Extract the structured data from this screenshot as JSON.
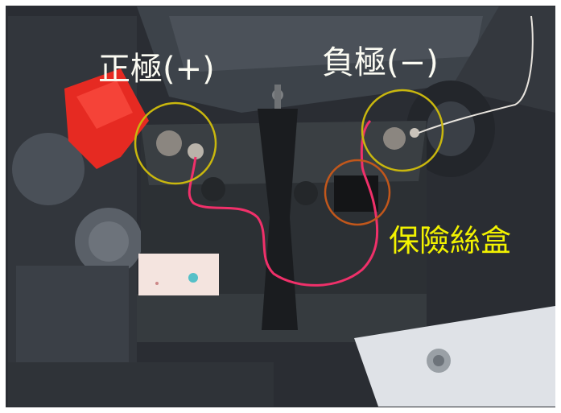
{
  "labels": {
    "positive_terminal": "正極(+)",
    "negative_terminal": "負極(−)",
    "fuse_box": "保險絲盒"
  },
  "colors": {
    "positive_cap": "#e62a22",
    "circle_yellow": "#c9b70e",
    "circle_orange": "#c2571b",
    "fuse_label": "#f2f200",
    "terminal_label": "#fbfbf2",
    "red_wire": "#f0306a"
  }
}
